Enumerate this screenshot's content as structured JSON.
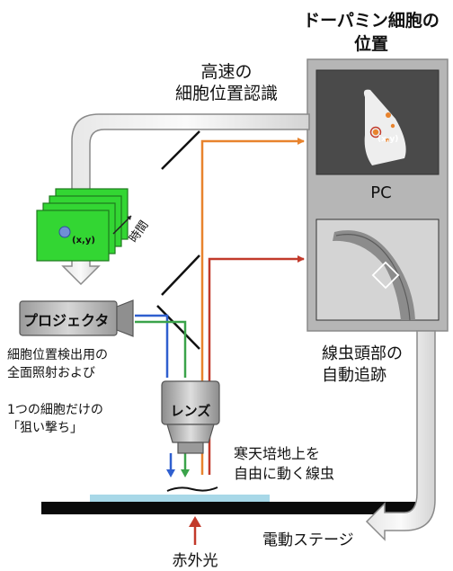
{
  "labels": {
    "dopamine_position": "ドーパミン細胞の\n位置",
    "fast_recognition": "高速の\n細胞位置認識",
    "pc": "PC",
    "xy_frames": "(x,y)",
    "xy_screen": "(x,y)",
    "time": "時間",
    "projector": "プロジェクタ",
    "illumination": "細胞位置検出用の\n全面照射および",
    "targeting": "1つの細胞だけの\n「狙い撃ち」",
    "lens": "レンズ",
    "worm_tracking": "線虫頭部の\n自動追跡",
    "agar_worm": "寒天培地上を\n自由に動く線虫",
    "stage": "電動ステージ",
    "infrared": "赤外光"
  },
  "colors": {
    "orange": "#e8832d",
    "red": "#c23a2b",
    "blue": "#2f5fcf",
    "green": "#3aa34a",
    "frame_green": "#33d633",
    "pc_gray": "#b6b6b6",
    "screen_dark": "#4a4a4a",
    "agar": "#a8d8e8"
  }
}
